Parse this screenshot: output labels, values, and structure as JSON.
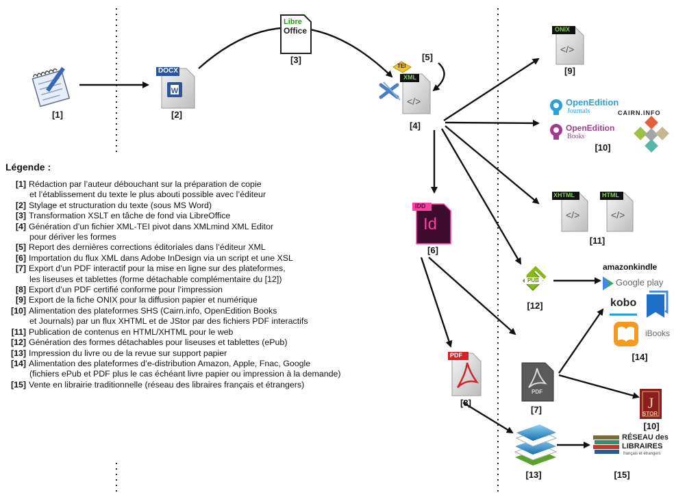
{
  "labels": {
    "n1": "[1]",
    "n2": "[2]",
    "n3": "[3]",
    "n4": "[4]",
    "n5": "[5]",
    "n6": "[6]",
    "n7": "[7]",
    "n8": "[8]",
    "n9": "[9]",
    "n10a": "[10]",
    "n10b": "[10]",
    "n11": "[11]",
    "n12": "[12]",
    "n13": "[13]",
    "n14": "[14]",
    "n15": "[15]"
  },
  "badges": {
    "docx": "DOCX",
    "tei": "TEI",
    "xml": "XML",
    "onix": "ONIX",
    "xhtml": "XHTML",
    "html": "HTML",
    "idd": "IDD",
    "id": "Id",
    "pdf": "PDF",
    "pub": "PUB",
    "code": "</>"
  },
  "logos": {
    "libreoffice_1": "Libre",
    "libreoffice_2": "Office",
    "openedition_journals_1": "OpenEdition",
    "openedition_journals_2": "Journals",
    "openedition_books_1": "OpenEdition",
    "openedition_books_2": "Books",
    "cairn": "CAIRN.INFO",
    "amazon": "amazonkindle",
    "google": "Google play",
    "kobo": "kobo",
    "ibooks": "iBooks",
    "jstor": "STOR",
    "reseau_1": "RÉSEAU des",
    "reseau_2": "LIBRAIRES",
    "reseau_3": "français et étrangers"
  },
  "legend": {
    "title": "Légende :",
    "items": [
      {
        "key": "[1]",
        "lines": [
          "Rédaction par l’auteur débouchant sur la préparation de copie",
          "et l’établissement du texte le plus abouti possible avec l’éditeur"
        ]
      },
      {
        "key": "[2]",
        "lines": [
          "Stylage et structuration du texte (sous MS Word)"
        ]
      },
      {
        "key": "[3]",
        "lines": [
          "Transformation XSLT en tâche de fond via LibreOffice"
        ]
      },
      {
        "key": "[4]",
        "lines": [
          "Génération d’un fichier XML-TEI pivot dans XMLmind XML Editor",
          "pour dériver les formes"
        ]
      },
      {
        "key": "[5]",
        "lines": [
          "Report des dernières corrections éditoriales dans l’éditeur XML"
        ]
      },
      {
        "key": "[6]",
        "lines": [
          "Importation du flux XML dans Adobe InDesign via un script et une XSL"
        ]
      },
      {
        "key": "[7]",
        "lines": [
          "Export d’un PDF interactif pour la mise en ligne sur des plateformes,",
          "les liseuses et tablettes (forme détachable complémentaire du [12])"
        ]
      },
      {
        "key": "[8]",
        "lines": [
          "Export d’un PDF certifié conforme pour l’impression"
        ]
      },
      {
        "key": "[9]",
        "lines": [
          "Export de la fiche ONIX pour la diffusion papier et numérique"
        ]
      },
      {
        "key": "[10]",
        "lines": [
          "Alimentation des plateformes SHS (Cairn.info, OpenEdition Books",
          "et Journals) par un flux XHTML et de JStor par des fichiers PDF interactifs"
        ]
      },
      {
        "key": "[11]",
        "lines": [
          "Publication de contenus en HTML/XHTML pour le web"
        ]
      },
      {
        "key": "[12]",
        "lines": [
          "Génération des formes détachables pour liseuses et tablettes (ePub)"
        ]
      },
      {
        "key": "[13]",
        "lines": [
          "Impression du livre ou de la revue sur support papier"
        ]
      },
      {
        "key": "[14]",
        "lines": [
          "Alimentation des plateformes d’e-distribution Amazon, Apple, Fnac, Google",
          "(fichiers ePub et PDF plus le cas échéant livre papier ou impression à la demande)"
        ]
      },
      {
        "key": "[15]",
        "lines": [
          "Vente en librairie traditionnelle (réseau des libraires français et étrangers)"
        ]
      }
    ]
  }
}
